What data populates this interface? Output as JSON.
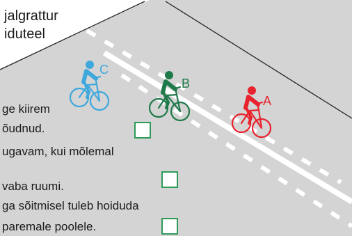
{
  "title": {
    "line1": "jalgrattur",
    "line2": "iduteel"
  },
  "statements": [
    {
      "line1": "ge kiirem",
      "line2": "õudnud."
    },
    {
      "line1": "ugavam, kui mõlemal",
      "line2": "vaba ruumi."
    },
    {
      "line1": "ga sõitmisel tuleb hoiduda",
      "line2": "paremale poolele."
    }
  ],
  "cyclists": [
    {
      "label": "C",
      "color": "#3ea8dd"
    },
    {
      "label": "B",
      "color": "#1f7a4a"
    },
    {
      "label": "A",
      "color": "#e8232d"
    }
  ],
  "colors": {
    "road": "#d4d4d4",
    "lane_marking": "#ffffff",
    "border_line": "#222222",
    "checkbox": "#2e9b57",
    "text": "#1a1a1a"
  }
}
